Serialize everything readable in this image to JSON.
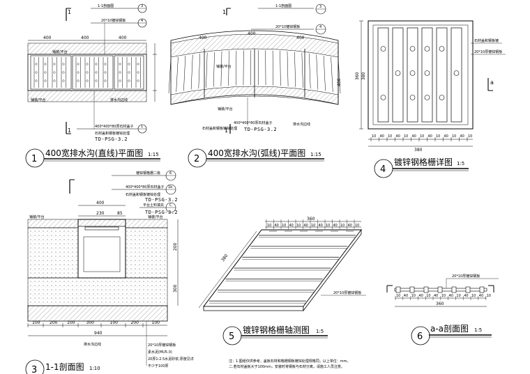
{
  "views": [
    {
      "number": "1",
      "title": "400宽排水沟(直线)平面图",
      "scale": "1:15"
    },
    {
      "number": "2",
      "title": "400宽排水沟(弧线)平面图",
      "scale": "1:15"
    },
    {
      "number": "4",
      "title": "镀锌钢格栅详图",
      "scale": "1:5"
    },
    {
      "number": "3",
      "title": "1-1剖面图",
      "scale": "1:10"
    },
    {
      "number": "5",
      "title": "镀锌钢格栅轴测图",
      "scale": "1:5"
    },
    {
      "number": "6",
      "title": "a-a剖面图",
      "scale": "1:5"
    }
  ],
  "callouts": {
    "v1_top1": "1-1剖面图",
    "v1_top1_num": "3",
    "v1_top2": "20*10镀锌钢板",
    "v1_top2_num": "4",
    "v1_code": "TD-PSG-3.2",
    "v1_mid": "400*400*80厚石材盖子",
    "v1_mid_num": "1",
    "v1_sub": "石材盖和钢板镀锌处理",
    "v2_top1": "1-1剖面图",
    "v2_top1_num": "3",
    "v2_top2": "20*10镀锌钢板",
    "v2_top2_num": "4",
    "v2_code": "TD-PSG-3.2",
    "v2_mid": "400*400*80厚石材盖子",
    "v2_sub": "石材盖和钢板镀锌处理",
    "v2_drain": "排水沟边线",
    "v3_c1": "镀锌钢格栅二级",
    "v3_c1_num": "6",
    "v3_c2": "400*400*80厚石材盖子",
    "v3_c2_num": "1b",
    "v3_c3": "石材盖和钢板镀锌处理",
    "v3_c3_num": "C",
    "v3_code1": "TD-PSG-3.2",
    "v3_code2": "TD-PSG-3.2",
    "v4_l1": "石材盖和钢板镀",
    "v4_l2": "20*10厚镀锌钢板",
    "v6_l1": "20*10厚镀锌钢板",
    "v5_l1": "20*10厚镀锌钢板",
    "section_mark": "1",
    "aa_mark": "a"
  },
  "labels": {
    "paving": "铺装/平台",
    "drain_edge": "排水沟边线",
    "v3_notes": [
      "平台土料填充",
      "20*10厚镀锌钢板",
      "素水泥(MU5.0)",
      "20厚1:2.5水泥砂浆,厚度见详",
      "不少于100厚"
    ]
  },
  "dims": {
    "v1_top": [
      "400",
      "400",
      "400"
    ],
    "v2_top": [
      "400",
      "400",
      "400"
    ],
    "v2_side": "400",
    "v4_bottom_ticks": [
      "10",
      "40",
      "10",
      "40",
      "10",
      "40",
      "10",
      "40",
      "10",
      "40",
      "10",
      "40",
      "10"
    ],
    "v4_total": "380",
    "v4_side": [
      "360",
      "380"
    ],
    "v3_top": "400",
    "v3_sub": [
      "230",
      "85"
    ],
    "v3_bottom": [
      "100",
      "200",
      "100",
      "300",
      "100",
      "200",
      "100"
    ],
    "v3_total": "940",
    "v3_height": [
      "200",
      "300"
    ],
    "v5_top": [
      "10",
      "40",
      "10",
      "40",
      "10",
      "40",
      "10",
      "40",
      "10",
      "40",
      "10",
      "40",
      "10"
    ],
    "v5_total": "360",
    "v5_side": "380",
    "v6_ticks": [
      "10",
      "40",
      "10",
      "40",
      "10",
      "40",
      "10",
      "40",
      "10",
      "40",
      "10",
      "40",
      "10"
    ],
    "v6_total": "360"
  },
  "notes": [
    "注：1.图纸仅供参考，盖板石材和格栅钢板镀锌处理规格同；以上单位：mm。",
    "二.若石材盖板大于100mm，安装时将钢板与石材分离，请施工人员注意。"
  ]
}
